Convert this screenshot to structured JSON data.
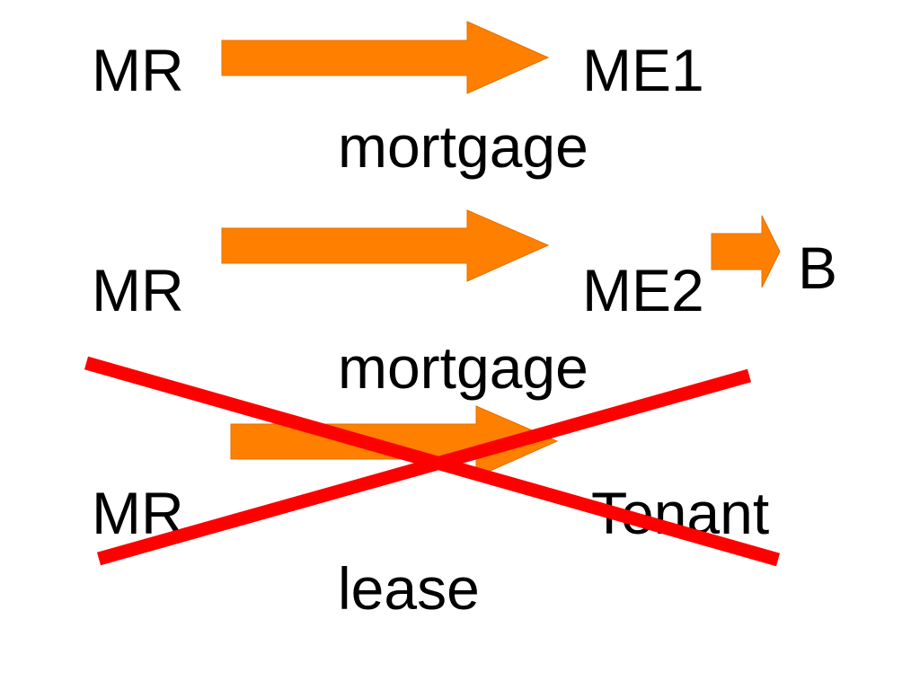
{
  "colors": {
    "arrow": "#ff8000",
    "arrow_outline": "#e07000",
    "cross": "#ff0000",
    "text": "#000000",
    "background": "#ffffff"
  },
  "rows": [
    {
      "from": "MR",
      "to": "ME1",
      "relation": "mortgage"
    },
    {
      "from": "MR",
      "to": "ME2",
      "relation": "mortgage",
      "extra_to": "B"
    },
    {
      "from": "MR",
      "to": "Tenant",
      "relation": "lease",
      "crossed_out": true
    }
  ]
}
